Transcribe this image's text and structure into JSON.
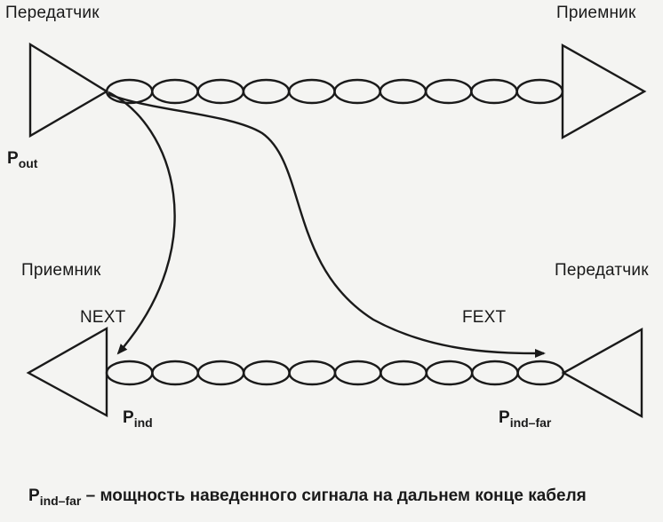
{
  "labels": {
    "top_left": "Передатчик",
    "top_right": "Приемник",
    "mid_left": "Приемник",
    "mid_right": "Передатчик",
    "next": "NEXT",
    "fext": "FEXT"
  },
  "symbols": {
    "p_out": {
      "main": "P",
      "sub": "out"
    },
    "p_ind": {
      "main": "P",
      "sub": "ind"
    },
    "p_ind_far": {
      "main": "P",
      "sub": "ind–far"
    }
  },
  "caption": {
    "main": "P",
    "sub": "ind–far",
    "text": " – мощность наведенного сигнала на дальнем конце кабеля"
  },
  "colors": {
    "ink": "#1a1a1a",
    "background": "#f4f4f2"
  }
}
